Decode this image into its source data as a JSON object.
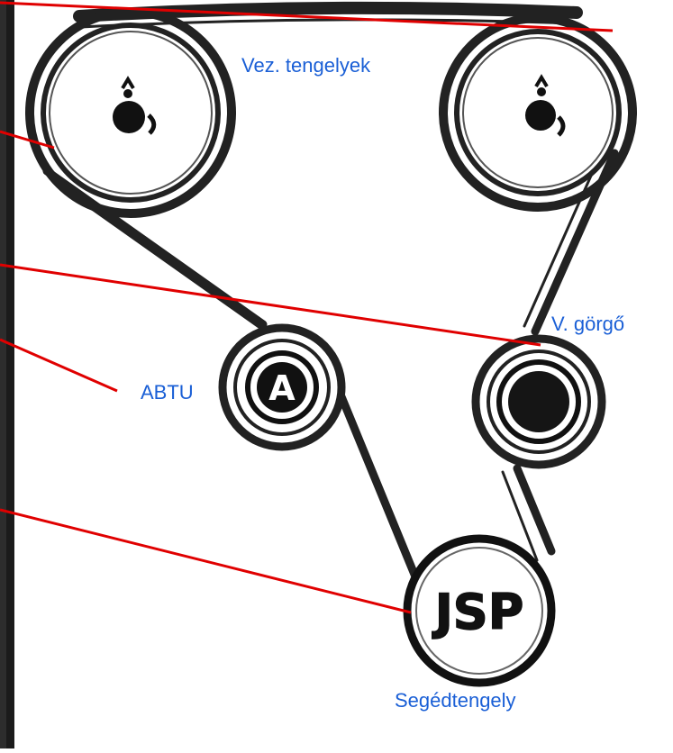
{
  "labels": {
    "drive_shafts": "Vez. tengelyek",
    "guide_roller": "V. görgő",
    "tensioner": "ABTU",
    "auxiliary_shaft": "Segédtengely"
  },
  "pulley_marks": {
    "tensioner": "A",
    "auxiliary": "JSP"
  },
  "colors": {
    "belt": "#222222",
    "pointer_lines": "#e00000",
    "labels": "#1a5fd6",
    "left_edge": "#111111",
    "background": "#ffffff"
  }
}
